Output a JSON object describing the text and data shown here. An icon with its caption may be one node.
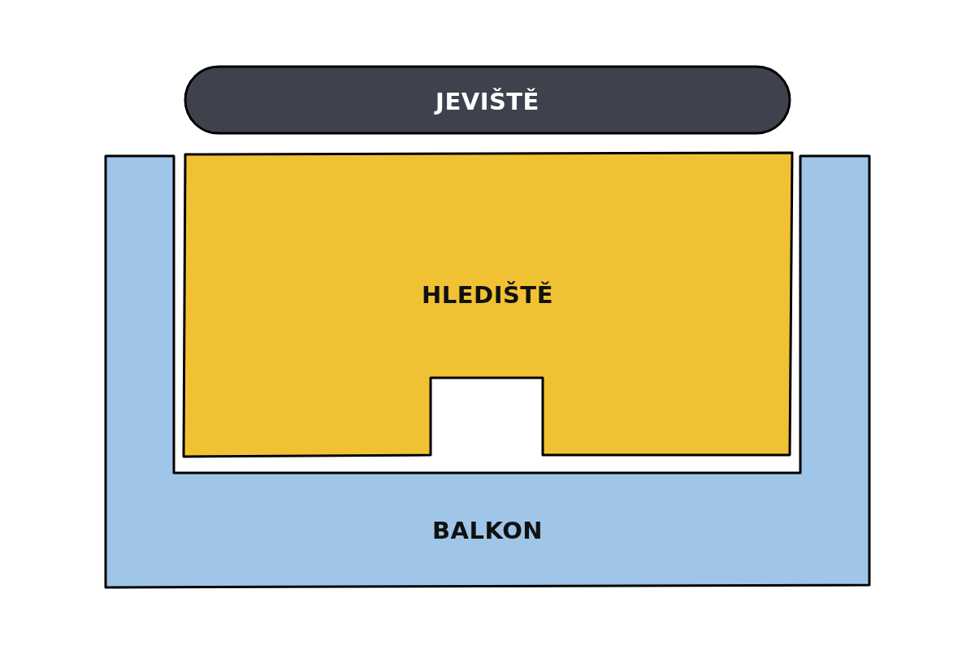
{
  "diagram": {
    "nodes": [
      {
        "text": [
          "JEVIŠTĚ"
        ]
      },
      {
        "text": [
          "HLEDIŠTĚ"
        ]
      },
      {
        "text": [
          "BALKON"
        ]
      }
    ]
  }
}
